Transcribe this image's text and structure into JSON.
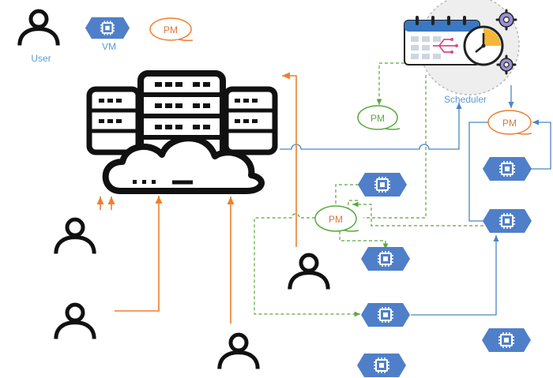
{
  "legend": {
    "user_label": "User",
    "vm_label": "VM",
    "pm_label": "PM"
  },
  "scheduler": {
    "label": "Scheduler"
  },
  "nodes": {
    "pm_top": "PM",
    "pm_right": "PM",
    "pm_center": "PM"
  },
  "colors": {
    "orange": "#ef7f2e",
    "blue": "#4a86c5",
    "green": "#5aa83f",
    "vm_fill": "#4f7fc9",
    "label_blue": "#5c9bd1",
    "pm_text": "#d9773a",
    "black": "#111111"
  }
}
